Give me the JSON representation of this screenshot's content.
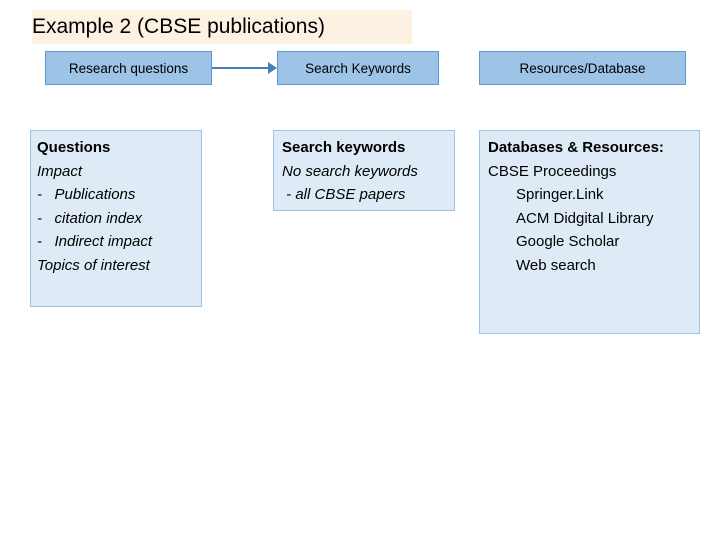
{
  "slide": {
    "title": "Example 2 (CBSE publications)",
    "headers": [
      {
        "label": "Research questions"
      },
      {
        "label": "Search Keywords"
      },
      {
        "label": "Resources/Database"
      }
    ],
    "arrow": {
      "name": "arrow-right",
      "color": "#4a7ebb"
    },
    "columns": [
      {
        "name": "research-questions",
        "lines": [
          {
            "text": "Questions",
            "style": "bold",
            "indent": 0
          },
          {
            "text": "Impact",
            "style": "italic",
            "indent": 0
          },
          {
            "text": "-   Publications",
            "style": "italic",
            "indent": 0
          },
          {
            "text": "-   citation index",
            "style": "italic",
            "indent": 0
          },
          {
            "text": "-   Indirect impact",
            "style": "italic",
            "indent": 0
          },
          {
            "text": "Topics of interest",
            "style": "italic",
            "indent": 0
          }
        ]
      },
      {
        "name": "search-keywords",
        "lines": [
          {
            "text": "Search keywords",
            "style": "bold",
            "indent": 0
          },
          {
            "text": "No search keywords",
            "style": "italic",
            "indent": 0
          },
          {
            "text": " - all CBSE papers",
            "style": "italic",
            "indent": 0
          }
        ]
      },
      {
        "name": "resources-database",
        "lines": [
          {
            "text": "Databases & Resources:",
            "style": "bold",
            "indent": 0
          },
          {
            "text": "CBSE Proceedings",
            "style": "normal",
            "indent": 0
          },
          {
            "text": "Springer.Link",
            "style": "normal",
            "indent": 2
          },
          {
            "text": "ACM Didgital Library",
            "style": "normal",
            "indent": 2
          },
          {
            "text": "Google Scholar",
            "style": "normal",
            "indent": 2
          },
          {
            "text": "Web search",
            "style": "normal",
            "indent": 2
          }
        ]
      }
    ],
    "colors": {
      "title_background": "#fdf2e2",
      "header_background": "#9dc3e6",
      "header_border": "#5b9bd5",
      "body_background": "#deebf7",
      "body_border": "#9dc3e6",
      "arrow": "#4a7ebb"
    }
  }
}
